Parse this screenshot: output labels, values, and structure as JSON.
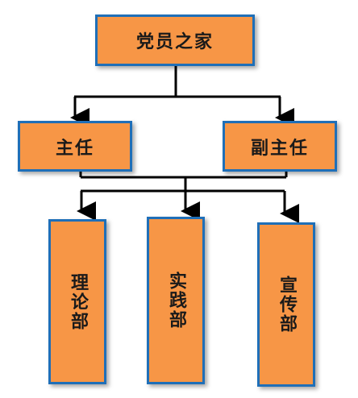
{
  "chart": {
    "root": {
      "label": "党员之家"
    },
    "leaders": [
      {
        "label": "主任"
      },
      {
        "label": "副主任"
      }
    ],
    "departments": [
      {
        "label": "理论部"
      },
      {
        "label": "实践部"
      },
      {
        "label": "宣传部"
      }
    ]
  },
  "colors": {
    "box_fill": "#f79646",
    "box_border": "#1f6fb8",
    "line": "#000000"
  }
}
